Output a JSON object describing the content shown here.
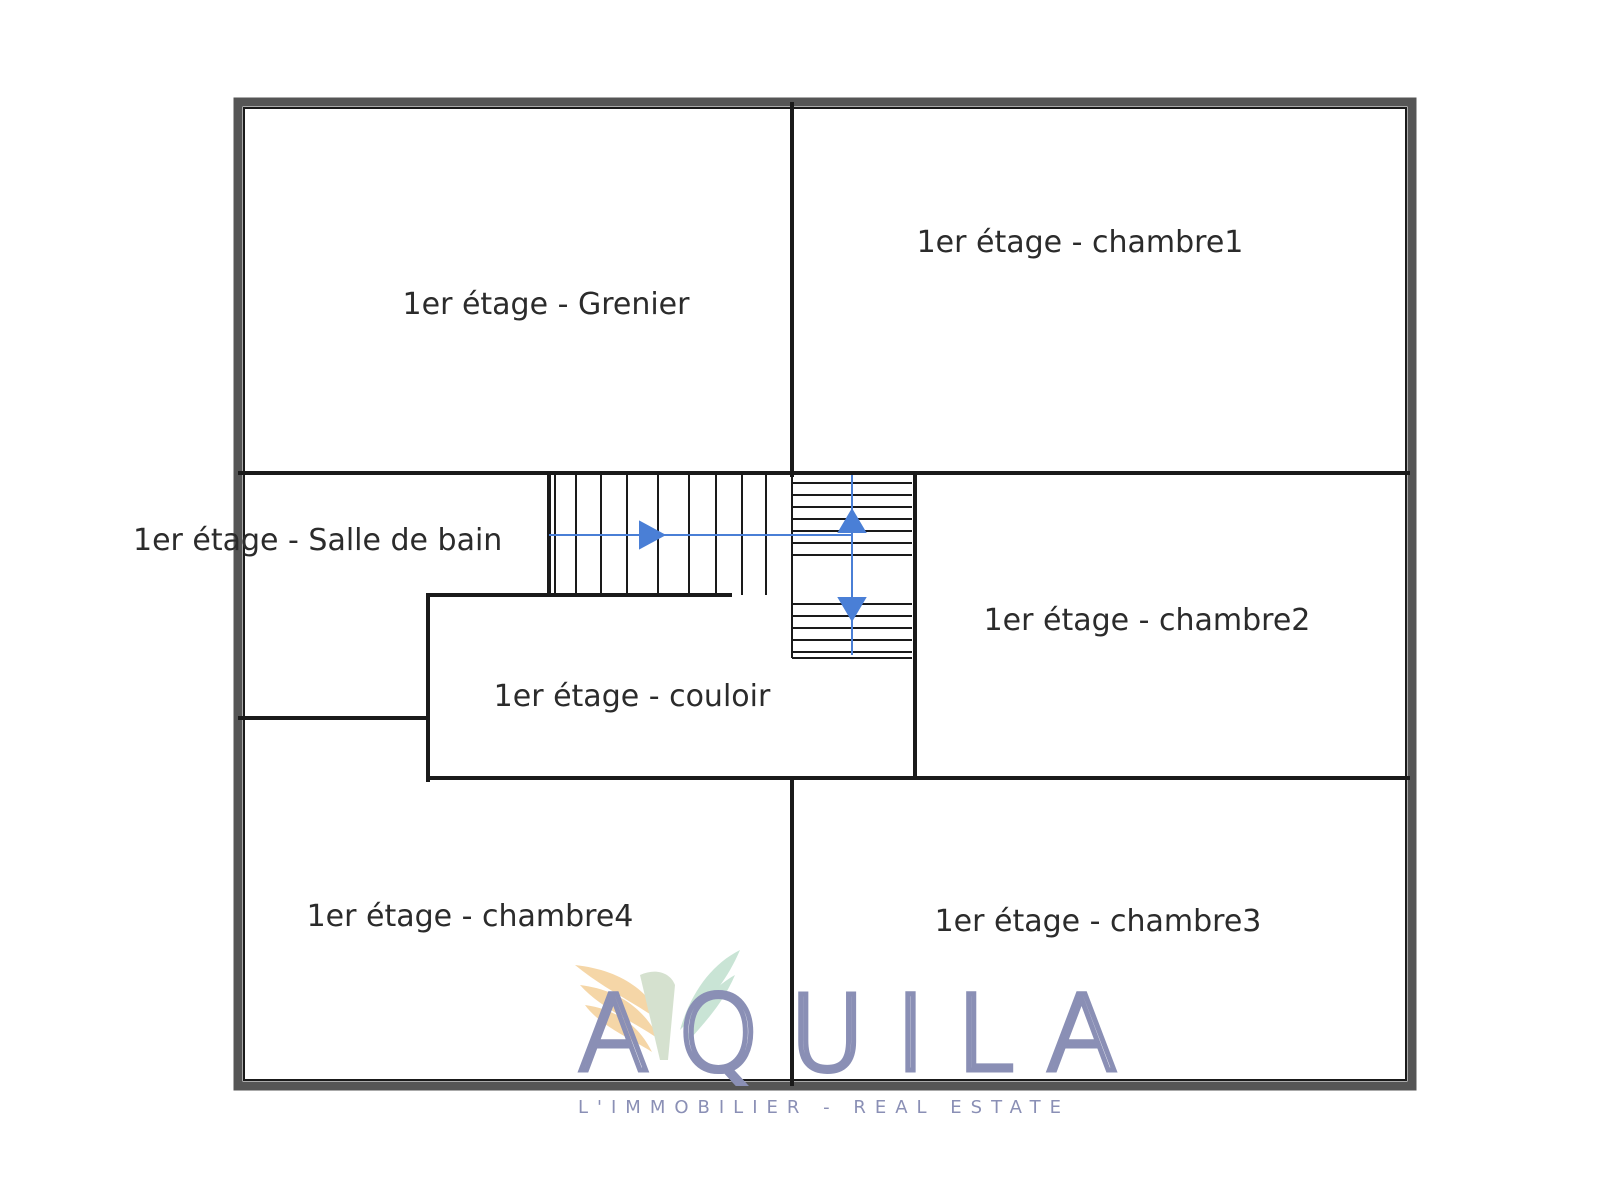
{
  "rooms": {
    "grenier": "1er étage - Grenier",
    "chambre1": "1er étage - chambre1",
    "salle_de_bain": "1er étage - Salle de bain",
    "chambre2": "1er étage - chambre2",
    "couloir": "1er étage - couloir",
    "chambre4": "1er étage - chambre4",
    "chambre3": "1er étage - chambre3"
  },
  "logo": {
    "name": "AQUILA",
    "tagline": "L'IMMOBILIER - REAL ESTATE",
    "primary_color": "#8a8fb5",
    "wing_colors": [
      "#f2c98a",
      "#b8dcc8"
    ]
  },
  "colors": {
    "wall": "#1a1a1a",
    "wall_outer": "#555555",
    "stair_arrow": "#4a7fd6",
    "label": "#2b2b2b"
  },
  "icons": {
    "stair_arrow": "arrow-icon"
  }
}
